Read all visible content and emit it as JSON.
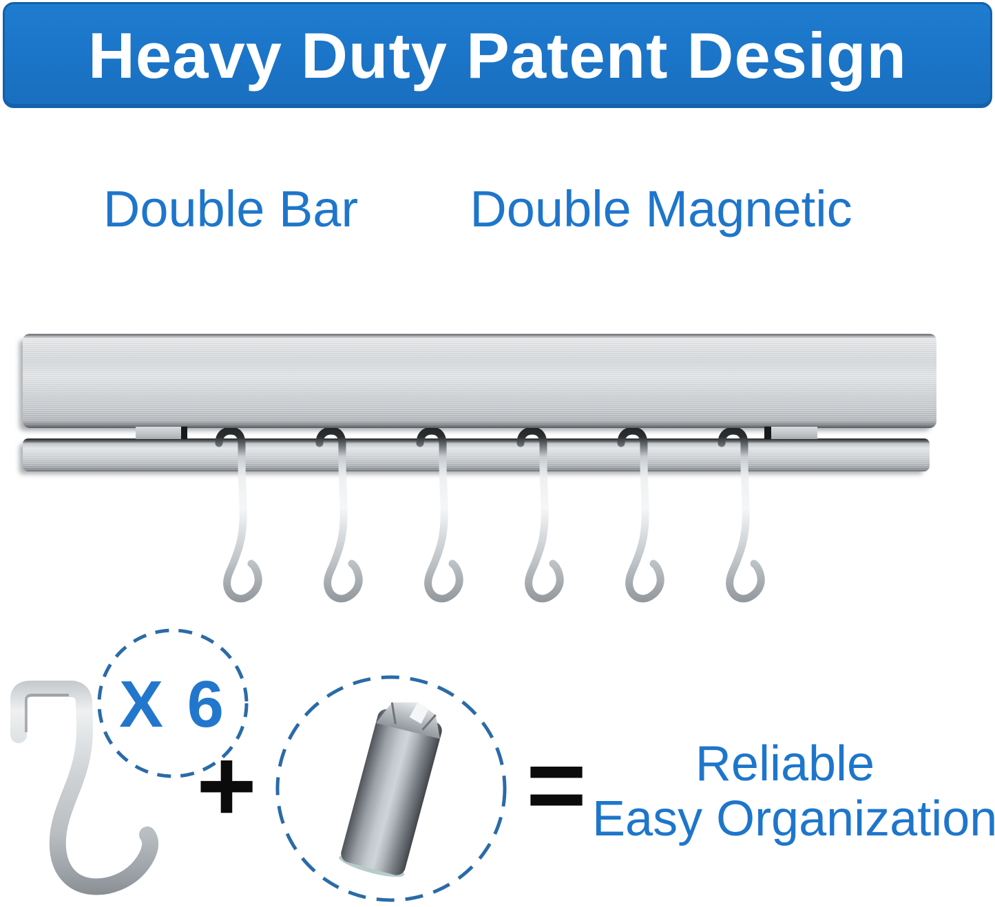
{
  "header": {
    "title": "Heavy Duty Patent Design",
    "bg_color": "#1b74c7",
    "text_color": "#ffffff"
  },
  "feature_labels": {
    "double_bar": "Double Bar",
    "double_magnetic": "Double Magnetic",
    "text_color": "#1e76cb"
  },
  "rack": {
    "hook_count": 6,
    "material_color": "#d6d9db"
  },
  "formula": {
    "multiplier": "X 6",
    "plus": "+",
    "equals": "=",
    "result_line1": "Reliable",
    "result_line2": "Easy Organization",
    "text_color": "#1e76cb",
    "circle_color": "#2a6ba7"
  }
}
